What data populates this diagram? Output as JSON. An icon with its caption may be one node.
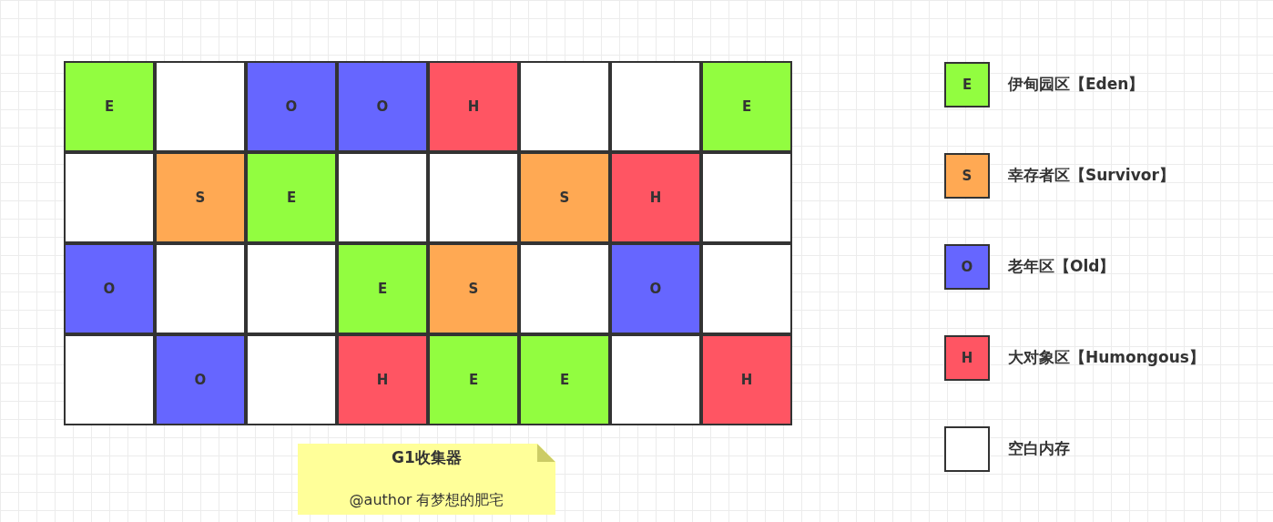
{
  "diagram": {
    "nodes": [
      {
        "text": [
          "E"
        ]
      },
      {
        "text": [],
        "shape": "box"
      },
      {
        "text": [
          "O"
        ]
      },
      {
        "text": [
          "O"
        ]
      },
      {
        "text": [
          "H"
        ]
      },
      {
        "text": [],
        "shape": "box"
      },
      {
        "text": [],
        "shape": "box"
      },
      {
        "text": [
          "E"
        ]
      },
      {
        "text": [],
        "shape": "box"
      },
      {
        "text": [
          "S"
        ]
      },
      {
        "text": [
          "E"
        ]
      },
      {
        "text": [],
        "shape": "box"
      },
      {
        "text": [],
        "shape": "box"
      },
      {
        "text": [
          "S"
        ]
      },
      {
        "text": [
          "H"
        ]
      },
      {
        "text": [],
        "shape": "box"
      },
      {
        "text": [
          "O"
        ]
      },
      {
        "text": [],
        "shape": "box"
      },
      {
        "text": [],
        "shape": "box"
      },
      {
        "text": [
          "E"
        ]
      },
      {
        "text": [
          "S"
        ]
      },
      {
        "text": [],
        "shape": "box"
      },
      {
        "text": [
          "O"
        ]
      },
      {
        "text": [],
        "shape": "box"
      },
      {
        "text": [],
        "shape": "box"
      },
      {
        "text": [
          "O"
        ]
      },
      {
        "text": [],
        "shape": "box"
      },
      {
        "text": [
          "H"
        ]
      },
      {
        "text": [
          "E"
        ]
      },
      {
        "text": [
          "E"
        ]
      },
      {
        "text": [],
        "shape": "box"
      },
      {
        "text": [
          "H"
        ]
      },
      {
        "text": [
          "G1收集器",
          "@author 有梦想的肥宅"
        ]
      }
    ],
    "labels": [
      "E",
      "S",
      "O",
      "H"
    ],
    "legend": [
      {
        "text": "伊甸园区【Eden】",
        "color": "#92fd40"
      },
      {
        "text": "幸存者区【Survivor】",
        "color": "#ffa953"
      },
      {
        "text": "老年区【Old】",
        "color": "#6666ff"
      },
      {
        "text": "大对象区【Humongous】",
        "color": "#ff5563"
      },
      {
        "text": "空白内存",
        "color": "#ffffff"
      }
    ]
  }
}
